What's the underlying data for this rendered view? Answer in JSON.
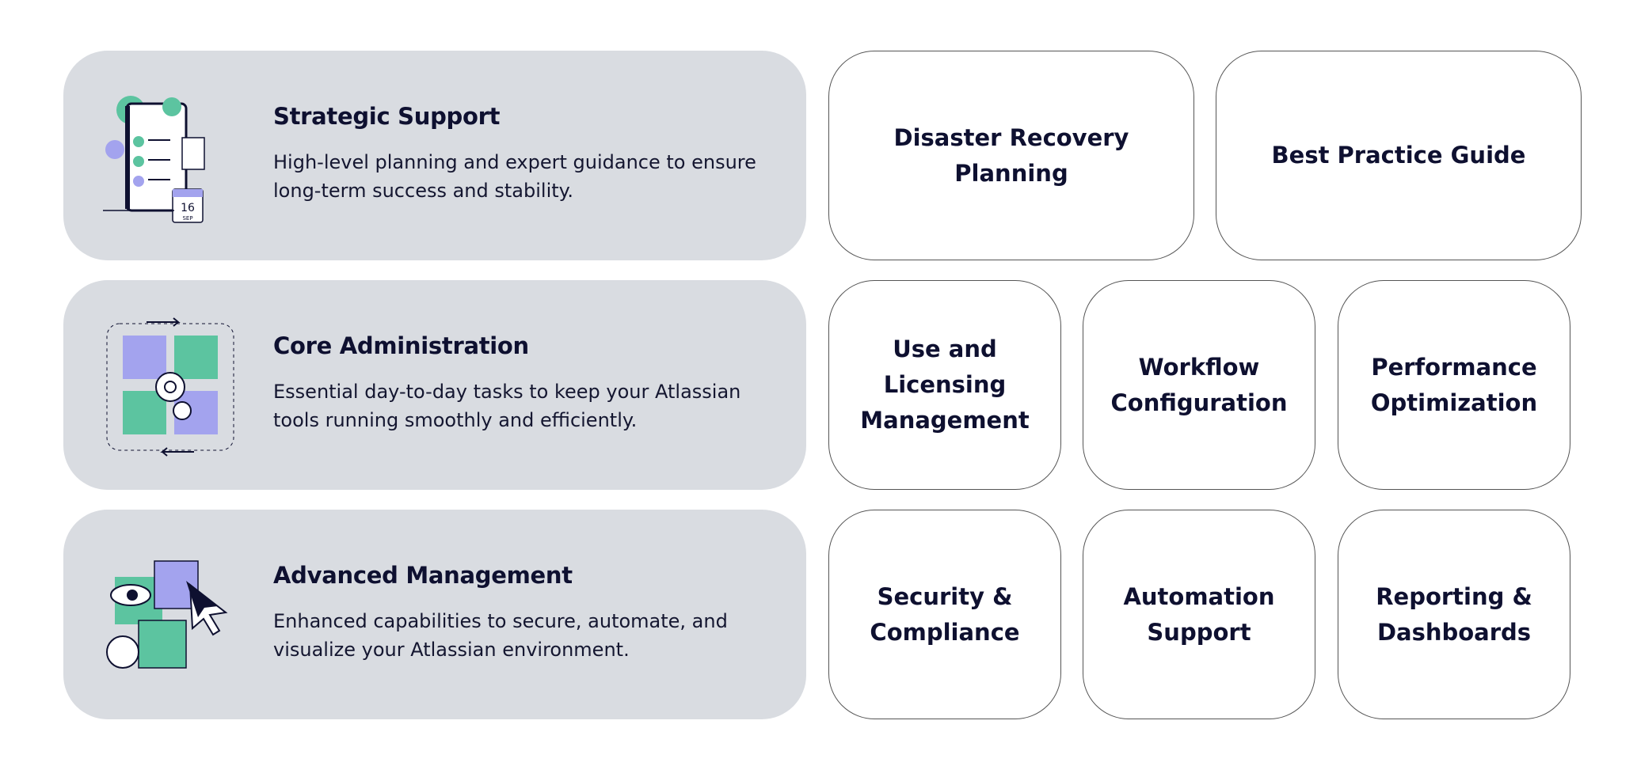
{
  "categories": [
    {
      "title": "Strategic Support",
      "description": "High-level planning and expert guidance to ensure long-term success and stability.",
      "icon": "checklist-calendar-icon",
      "calendar_day": "16",
      "calendar_month": "SEP",
      "services": [
        "Disaster Recovery Planning",
        "Best Practice Guide"
      ]
    },
    {
      "title": "Core Administration",
      "description": "Essential day-to-day tasks to keep your Atlassian tools running smoothly and efficiently.",
      "icon": "puzzle-gears-icon",
      "services": [
        "Use and Licensing Management",
        "Workflow Configuration",
        "Performance Optimization"
      ]
    },
    {
      "title": "Advanced Management",
      "description": "Enhanced capabilities to secure, automate, and visualize your Atlassian environment.",
      "icon": "puzzle-eye-cursor-icon",
      "services": [
        "Security & Compliance",
        "Automation Support",
        "Reporting & Dashboards"
      ]
    }
  ],
  "colors": {
    "card_bg": "#d9dce1",
    "green": "#5cc4a0",
    "purple": "#a3a3ee",
    "ink": "#0e1030"
  }
}
